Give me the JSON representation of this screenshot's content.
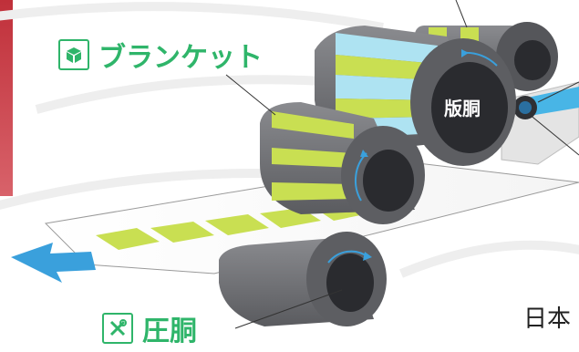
{
  "labels": {
    "blanket": "ブランケット",
    "plate": "版胴",
    "impression": "圧胴",
    "footer": "日本"
  },
  "icons": {
    "blanket": "cube-icon",
    "impression": "tools-icon"
  },
  "colors": {
    "accent_green": "#2fb56a",
    "ink_yellow_green": "#c9df52",
    "cylinder_gray": "#6d6e72",
    "cylinder_dark": "#3a3b3f",
    "plate_blue": "#aee3f2",
    "arrow_blue": "#3aa0dc",
    "brand_red": "#c0303a"
  }
}
